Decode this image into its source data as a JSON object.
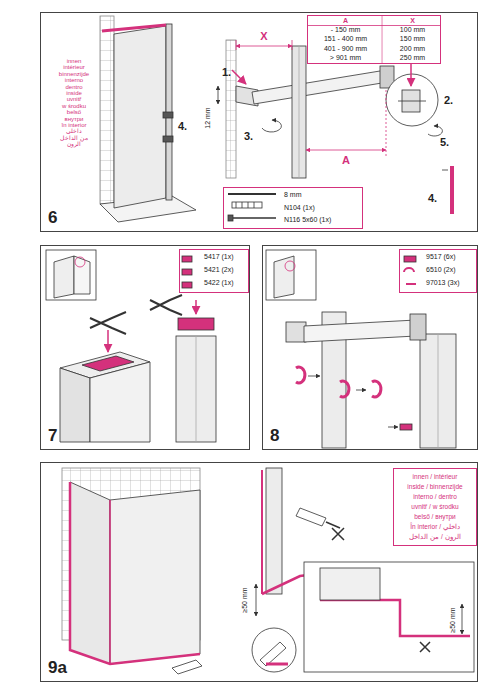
{
  "diagram": {
    "nodes": [
      {
        "text": [
          "6"
        ]
      },
      {
        "text": [
          "A",
          "X",
          "- 150 mm",
          "100 mm",
          "151 - 400 mm",
          "150 mm",
          "401 - 900 mm",
          "200 mm",
          "> 901 mm",
          "250 mm"
        ],
        "in": 0
      },
      {
        "text": [
          "8 mm",
          "N104 (1x)",
          "N116 5x60 (1x)"
        ],
        "in": 0
      },
      {
        "text": [
          "7"
        ]
      },
      {
        "text": [
          "5417 (1x)",
          "5421 (2x)",
          "5422 (1x)"
        ],
        "in": 3
      },
      {
        "text": [
          "8"
        ]
      },
      {
        "text": [
          "9517 (6x)",
          "6510 (2x)",
          "97013 (3x)"
        ],
        "in": 5
      },
      {
        "text": [
          "9a"
        ]
      },
      {
        "text": [
          "innen / intérieur",
          "inside / binnenzijde",
          "interno / dentro",
          "uvnitř / w środku",
          "belső / внутри",
          "În interior / داخلي",
          "الرون / من الداخل"
        ],
        "in": 7
      }
    ],
    "labels": [
      "innen",
      "intérieur",
      "binnenzijde",
      "interno",
      "dentro",
      "inside",
      "uvnitř",
      "w środku",
      "belső",
      "внутри",
      "în interior",
      "داخلي",
      "من الداخل",
      "الرون",
      "4.",
      "1.",
      "X",
      "12 mm",
      "3.",
      "A",
      "2.",
      "5.",
      "4.",
      "≥50 mm",
      "≥50 mm"
    ]
  }
}
